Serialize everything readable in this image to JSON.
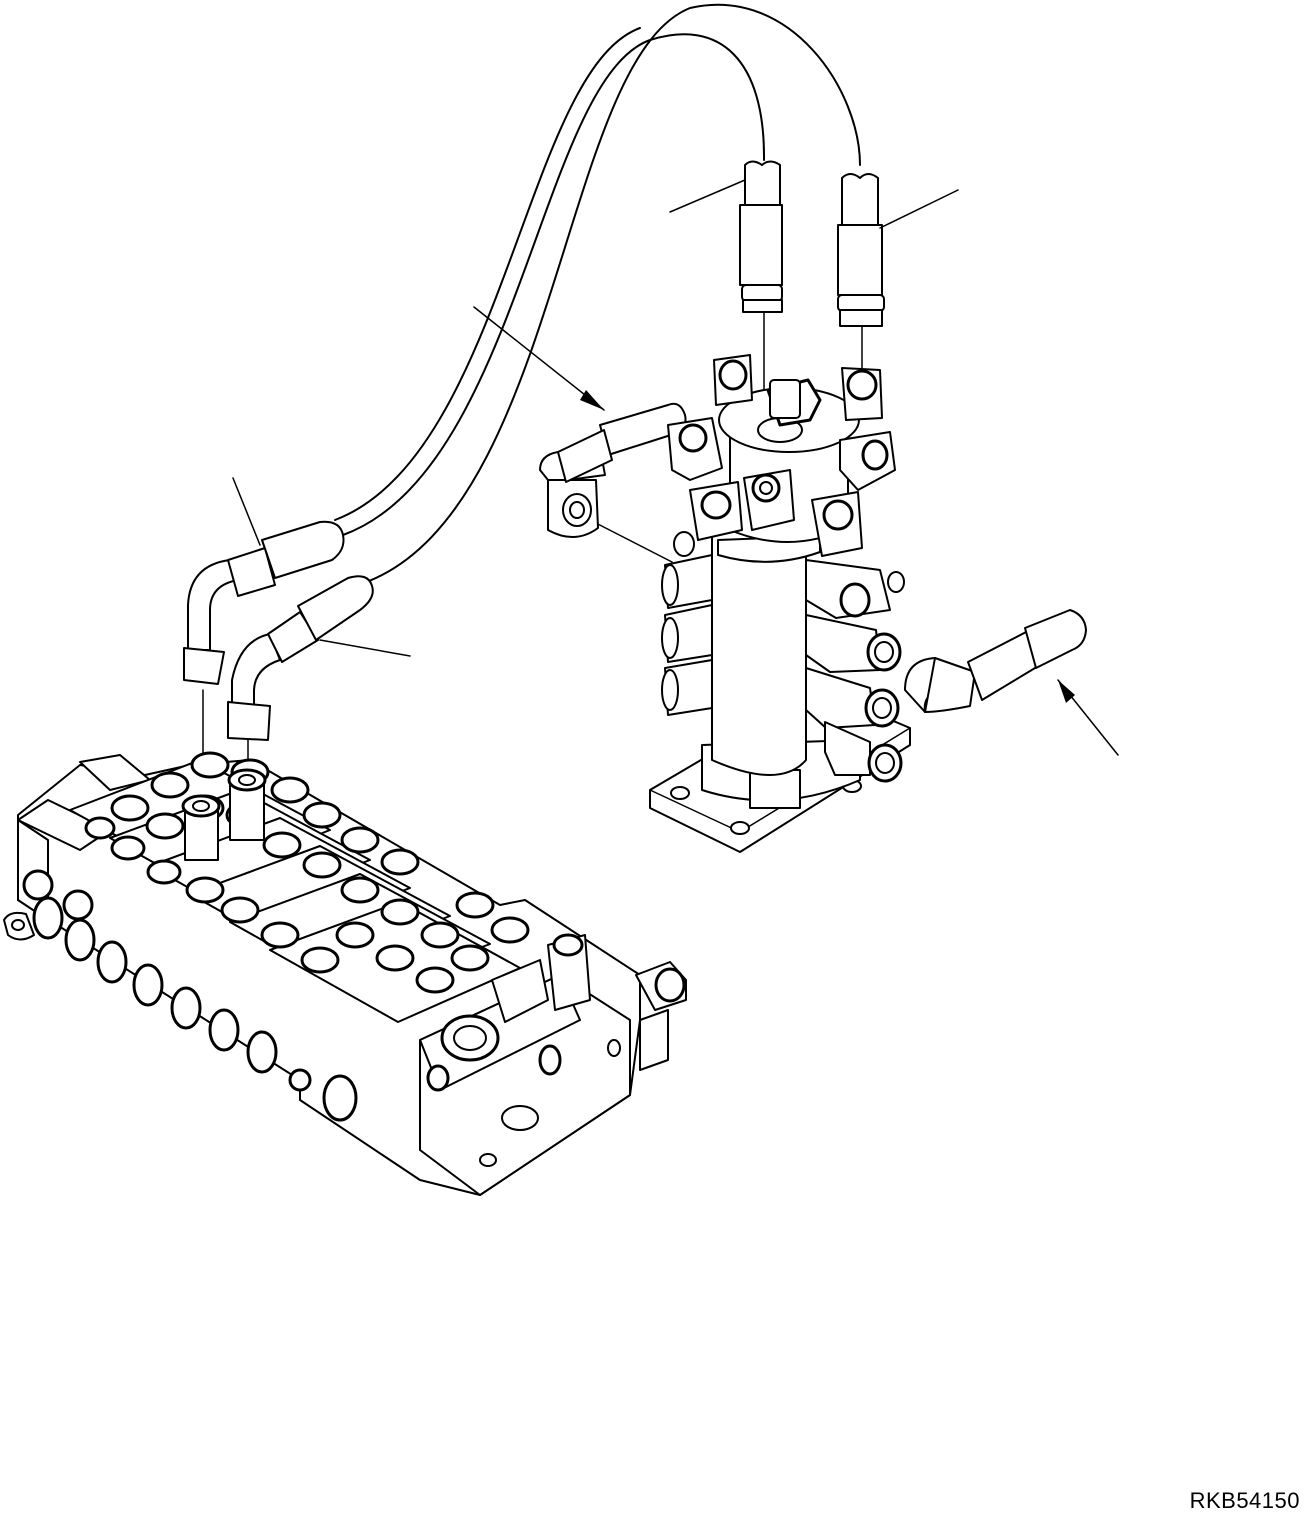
{
  "drawing": {
    "reference_code": "RKB54150",
    "components": [
      "control-valve",
      "swivel-joint",
      "hydraulic-hose"
    ],
    "line_color": "#000000",
    "background_color": "#ffffff"
  }
}
